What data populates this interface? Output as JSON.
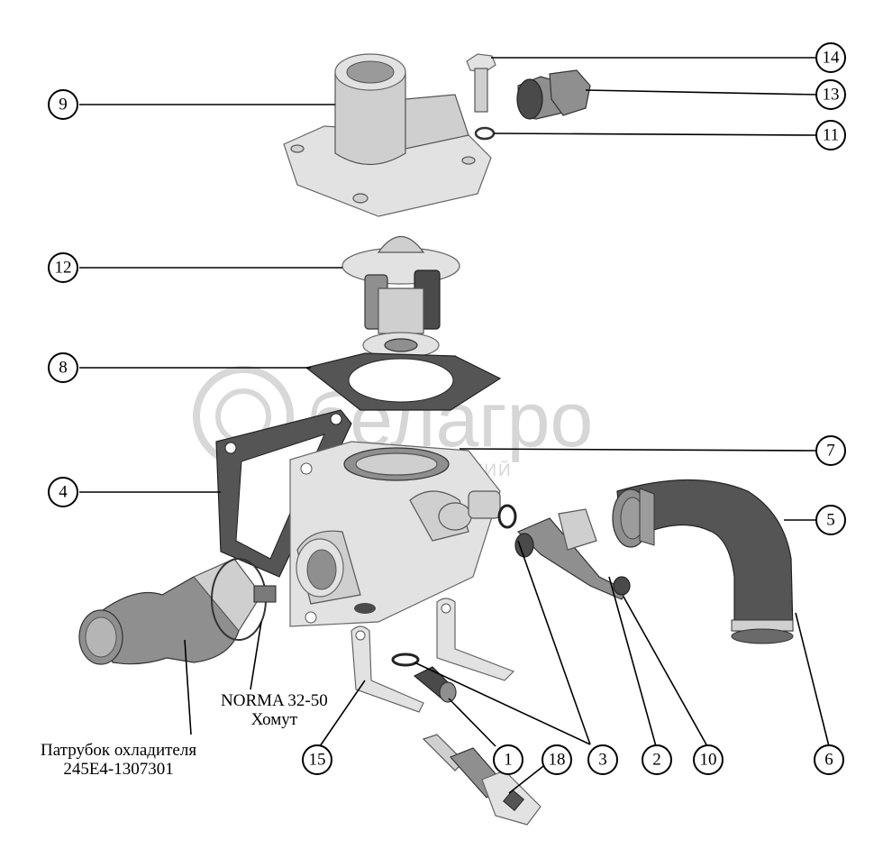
{
  "callouts": [
    {
      "id": "c1",
      "label": "1"
    },
    {
      "id": "c2",
      "label": "2"
    },
    {
      "id": "c3",
      "label": "3"
    },
    {
      "id": "c4",
      "label": "4"
    },
    {
      "id": "c5",
      "label": "5"
    },
    {
      "id": "c6",
      "label": "6"
    },
    {
      "id": "c7",
      "label": "7"
    },
    {
      "id": "c8",
      "label": "8"
    },
    {
      "id": "c9",
      "label": "9"
    },
    {
      "id": "c10",
      "label": "10"
    },
    {
      "id": "c11",
      "label": "11"
    },
    {
      "id": "c12",
      "label": "12"
    },
    {
      "id": "c13",
      "label": "13"
    },
    {
      "id": "c14",
      "label": "14"
    },
    {
      "id": "c15",
      "label": "15"
    },
    {
      "id": "c18",
      "label": "18"
    }
  ],
  "captions": {
    "clamp_line1": "NORMA 32-50",
    "clamp_line2": "Хомут",
    "pipe_line1": "Патрубок охладителя",
    "pipe_line2": "245E4-1307301"
  },
  "watermark": {
    "brand": "белагро",
    "tagline": "ГРУППА КОМПАНИЙ"
  }
}
